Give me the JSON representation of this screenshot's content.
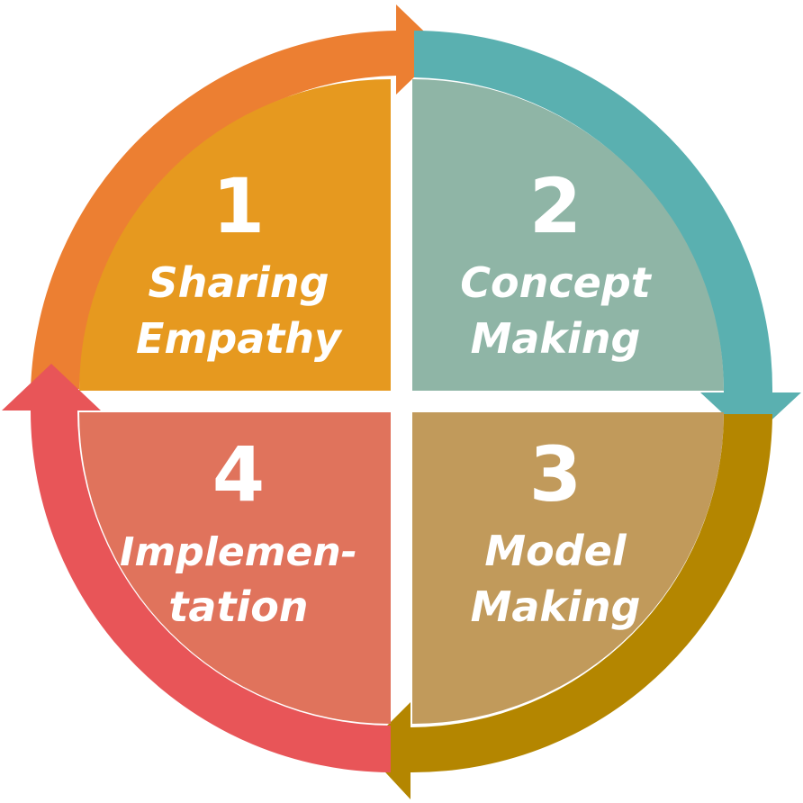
{
  "stages": [
    {
      "number": "1",
      "line1": "Sharing",
      "line2": "Empathy",
      "fill": "#E6991F",
      "arrow": "#EC7F32"
    },
    {
      "number": "2",
      "line1": "Concept",
      "line2": "Making",
      "fill": "#8FB5A6",
      "arrow": "#5AB0B0"
    },
    {
      "number": "3",
      "line1": "Model",
      "line2": "Making",
      "fill": "#C19A5B",
      "arrow": "#B48600"
    },
    {
      "number": "4",
      "line1": "Implemen-",
      "line2": "tation",
      "fill": "#E0735C",
      "arrow": "#E85558"
    }
  ]
}
